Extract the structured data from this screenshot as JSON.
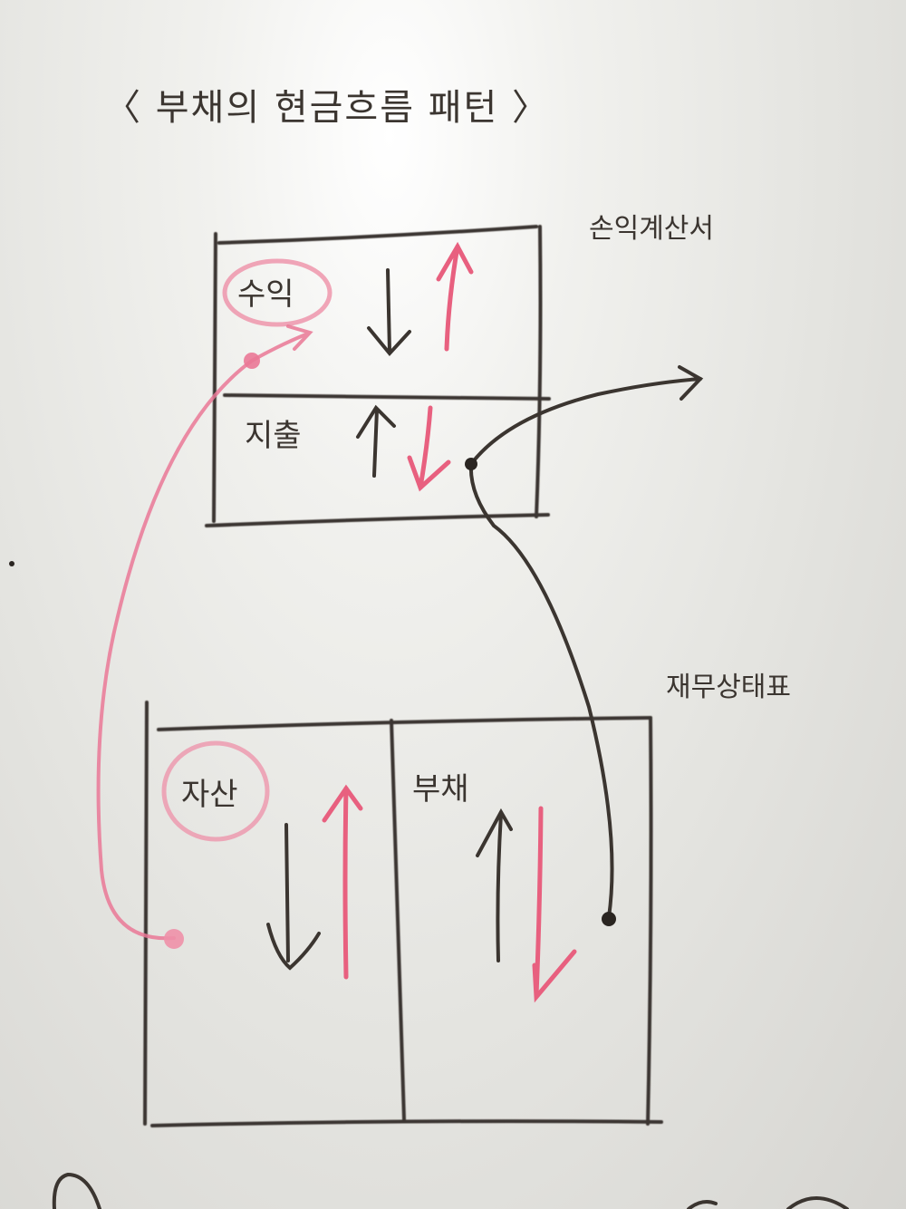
{
  "title": "〈 부채의 현금흐름 패턴 〉",
  "income_statement": {
    "label": "손익계산서",
    "rows": [
      {
        "name": "수익",
        "black_arrow": "down",
        "pink_arrow": "up",
        "circled": true
      },
      {
        "name": "지출",
        "black_arrow": "up",
        "pink_arrow": "down",
        "circled": false
      }
    ]
  },
  "balance_sheet": {
    "label": "재무상태표",
    "columns": [
      {
        "name": "자산",
        "black_arrow": "down",
        "pink_arrow": "up",
        "circled": true
      },
      {
        "name": "부채",
        "black_arrow": "up",
        "pink_arrow": "down",
        "circled": false
      }
    ]
  },
  "connectors": [
    {
      "from": "자산",
      "to": "수익",
      "color": "pink"
    },
    {
      "from": "부채",
      "to": "지출 → outside",
      "color": "black"
    }
  ],
  "colors": {
    "board": "#e8e8e4",
    "black_ink": "#3b3530",
    "pink_ink": "#e8607f"
  }
}
